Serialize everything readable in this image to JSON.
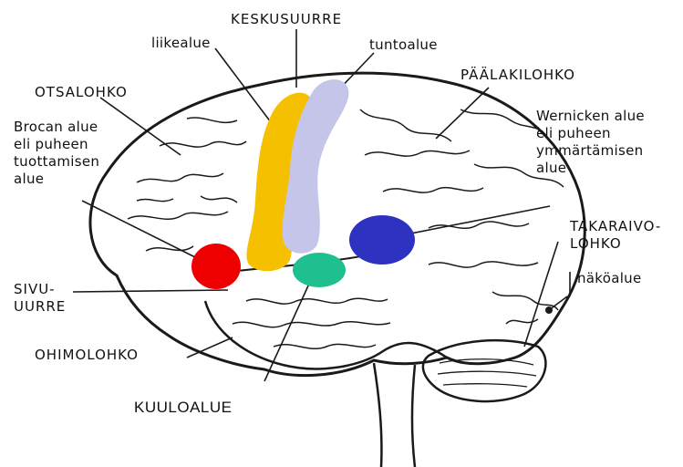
{
  "labels": {
    "keskusuurre": "KESKUSUURRE",
    "liikealue": "liikealue",
    "tuntoalue": "tuntoalue",
    "otsalohko": "OTSALOHKO",
    "paalakilohko": "PÄÄLAKILOHKO",
    "broca": [
      "Brocan alue",
      "eli puheen",
      "tuottamisen",
      "alue"
    ],
    "wernicke": [
      "Wernicken alue",
      "eli puheen",
      "ymmärtämisen",
      "alue"
    ],
    "takaraivolohko": [
      "TAKARAIVO-",
      "LOHKO"
    ],
    "nakoalue": "näköalue",
    "sivuuurre": [
      "SIVU-",
      "UURRE"
    ],
    "ohimolohko": "OHIMOLOHKO",
    "kuuloalue": "KUULOALUE"
  },
  "colors": {
    "broca_area": "#ee0000",
    "motor_area": "#f5c000",
    "sensory_area": "#c5c5ea",
    "auditory_area": "#1fbf8f",
    "wernicke_area": "#2d32c0",
    "ink": "#1a1a1a"
  }
}
